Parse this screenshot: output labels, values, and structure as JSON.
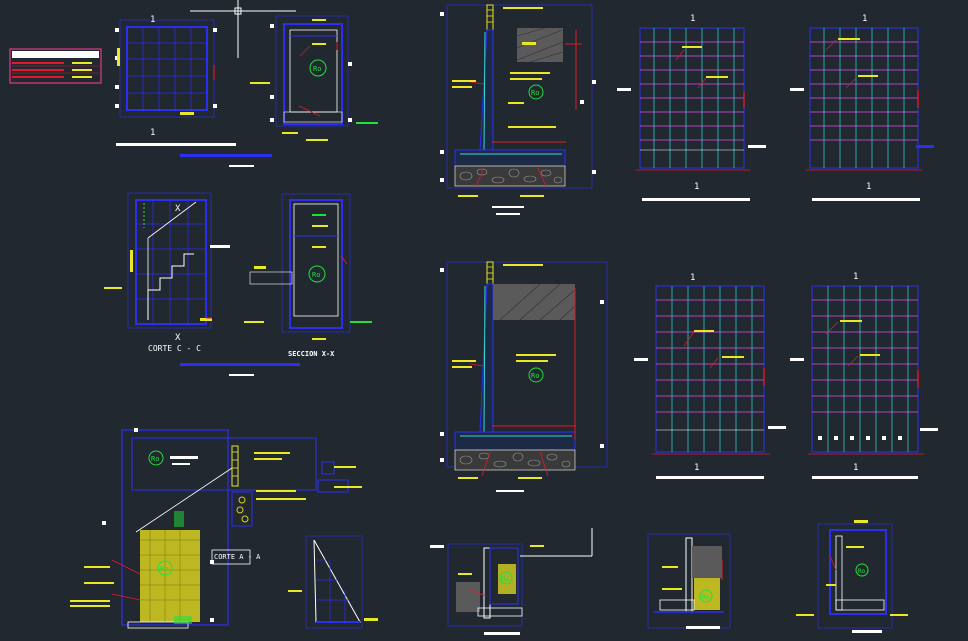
{
  "cad": {
    "background": "#212830",
    "colors": {
      "structure": "#2a2ff0",
      "rebar_h": "#e24cf0",
      "rebar_v": "#35d8d8",
      "dimension": "#e01a2a",
      "label": "#22e03a",
      "annotation": "#e8e826",
      "white": "#ffffff",
      "fill_yellow": "#d8d020",
      "table_border": "#e03a8a"
    },
    "labels": {
      "corte_cc": "CORTE C - C",
      "seccion_xx": "SECCION X-X",
      "corte_aa": "CORTE A - A",
      "ro": "Ro",
      "axis_1": "1",
      "axis_x": "X"
    },
    "icons": [
      "crosshair-cursor-icon"
    ]
  }
}
